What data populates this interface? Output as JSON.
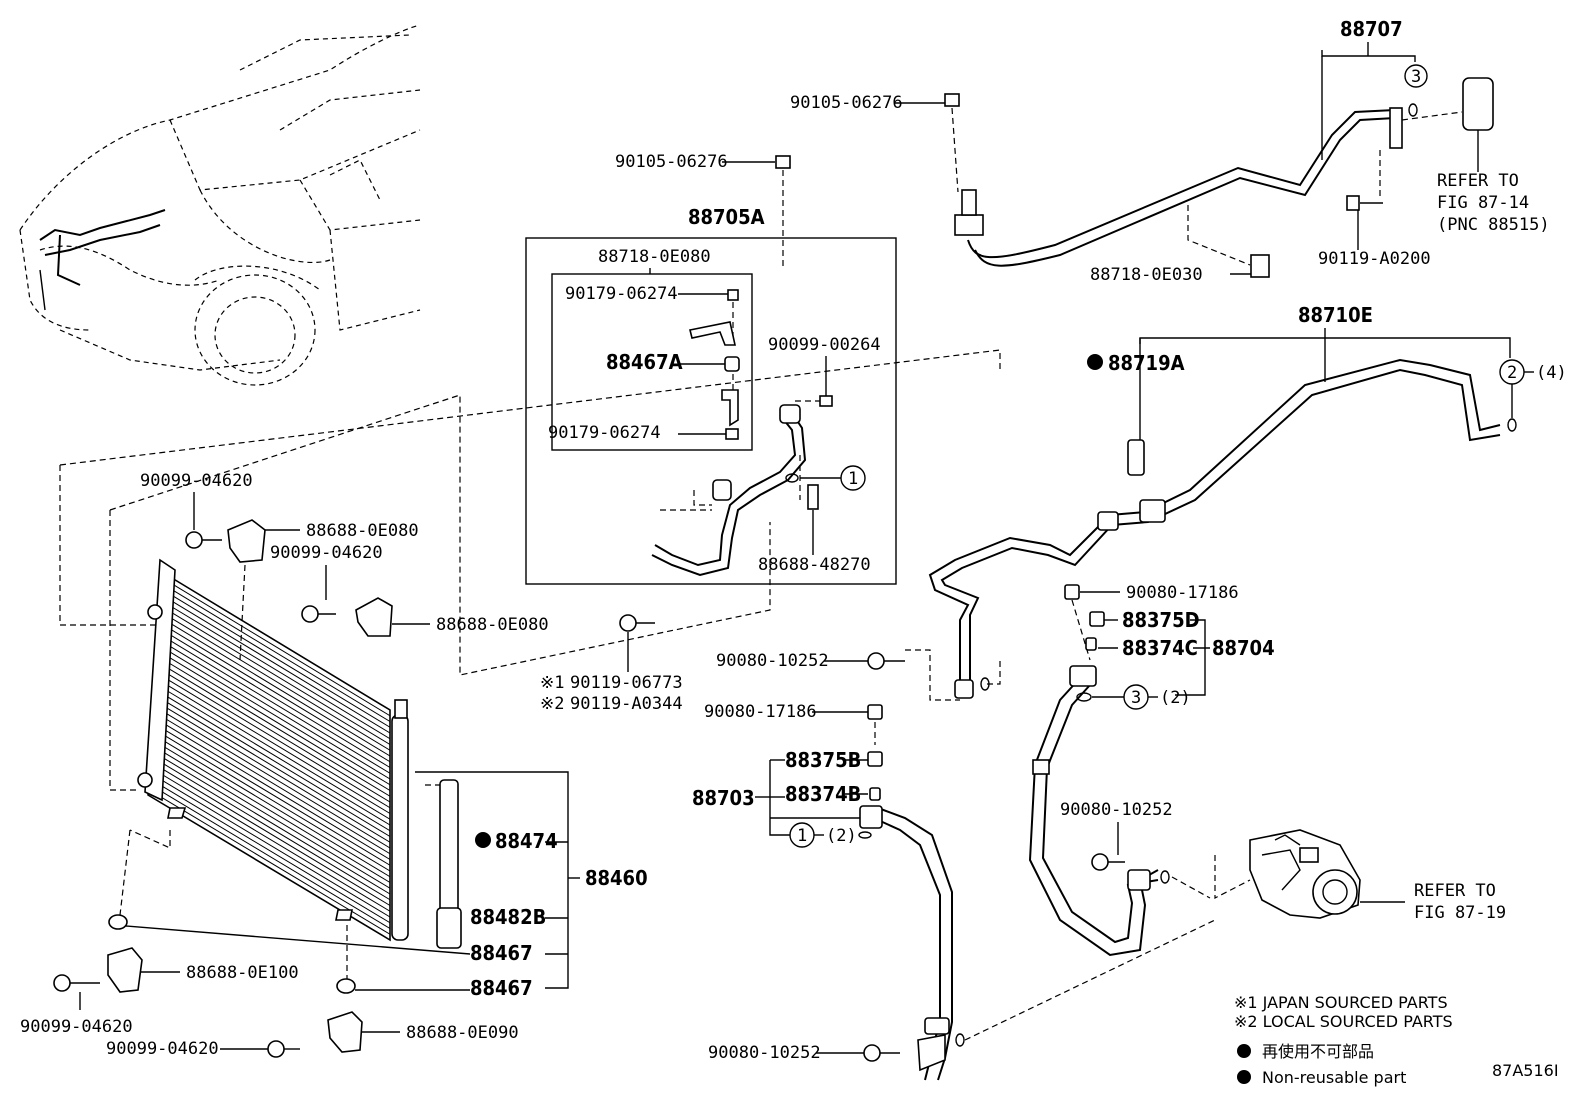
{
  "labels": {
    "p88707": "88707",
    "p90105_06276_a": "90105-06276",
    "refer1_a": "REFER TO",
    "refer1_b": "FIG 87-14",
    "refer1_c": "(PNC 88515)",
    "p90119_A0200": "90119-A0200",
    "p88718_0E030": "88718-0E030",
    "p90105_06276_b": "90105-06276",
    "p88705A": "88705A",
    "p88718_0E080": "88718-0E080",
    "p90179_06274_a": "90179-06274",
    "p88467A": "88467A",
    "p90099_00264": "90099-00264",
    "p90179_06274_b": "90179-06274",
    "p88688_48270": "88688-48270",
    "p88710E": "88710E",
    "p88719A": "88719A",
    "circ4": "(4)",
    "p90099_04620_a": "90099-04620",
    "p88688_0E080_a": "88688-0E080",
    "p90099_04620_b": "90099-04620",
    "p88688_0E080_b": "88688-0E080",
    "p90119_06773": "90119-06773",
    "p90119_A0344": "90119-A0344",
    "mark1": "※1",
    "mark2": "※2",
    "p90080_17186_a": "90080-17186",
    "p88375D": "88375D",
    "p88374C": "88374C",
    "p88704": "88704",
    "circ2_a": "(2)",
    "p90080_10252_a": "90080-10252",
    "p90080_17186_b": "90080-17186",
    "p88375B": "88375B",
    "p88703": "88703",
    "p88374B": "88374B",
    "circ2_b": "(2)",
    "p90080_10252_b": "90080-10252",
    "p88474": "88474",
    "p88460": "88460",
    "p88482B": "88482B",
    "p88467_a": "88467",
    "p88467_b": "88467",
    "refer2_a": "REFER TO",
    "refer2_b": "FIG 87-19",
    "p88688_0E100": "88688-0E100",
    "p90099_04620_c": "90099-04620",
    "p90099_04620_d": "90099-04620",
    "p88688_0E090": "88688-0E090",
    "p90080_10252_c": "90080-10252",
    "c1": "1",
    "c2": "2",
    "c3": "3"
  },
  "legend": {
    "japan": "※1 JAPAN SOURCED PARTS",
    "local": "※2 LOCAL SOURCED PARTS",
    "jp_nonreuse": "再使用不可部品",
    "nonreuse": "Non-reusable part",
    "code": "87A516I"
  }
}
